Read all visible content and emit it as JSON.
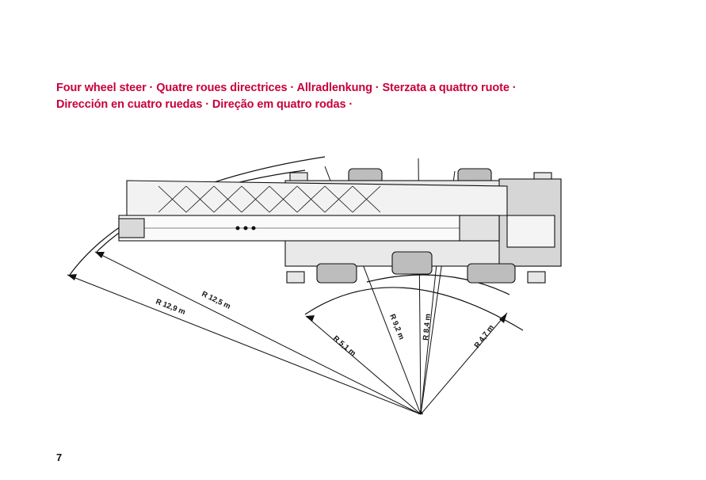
{
  "heading": {
    "line1": "Four wheel steer · Quatre roues directrices · Allradlenkung · Sterzata a quattro ruote ·",
    "line2": "Dirección en cuatro ruedas · Direção em quatro rodas ·"
  },
  "radii": {
    "r129": "R 12,9 m",
    "r125": "R 12,5 m",
    "r92": "R 9,2 m",
    "r84": "R 8,4 m",
    "r51": "R 5,1 m",
    "r47": "R 4,7 m"
  },
  "page_number": "7",
  "colors": {
    "heading": "#c8003c",
    "lines": "#111111"
  }
}
